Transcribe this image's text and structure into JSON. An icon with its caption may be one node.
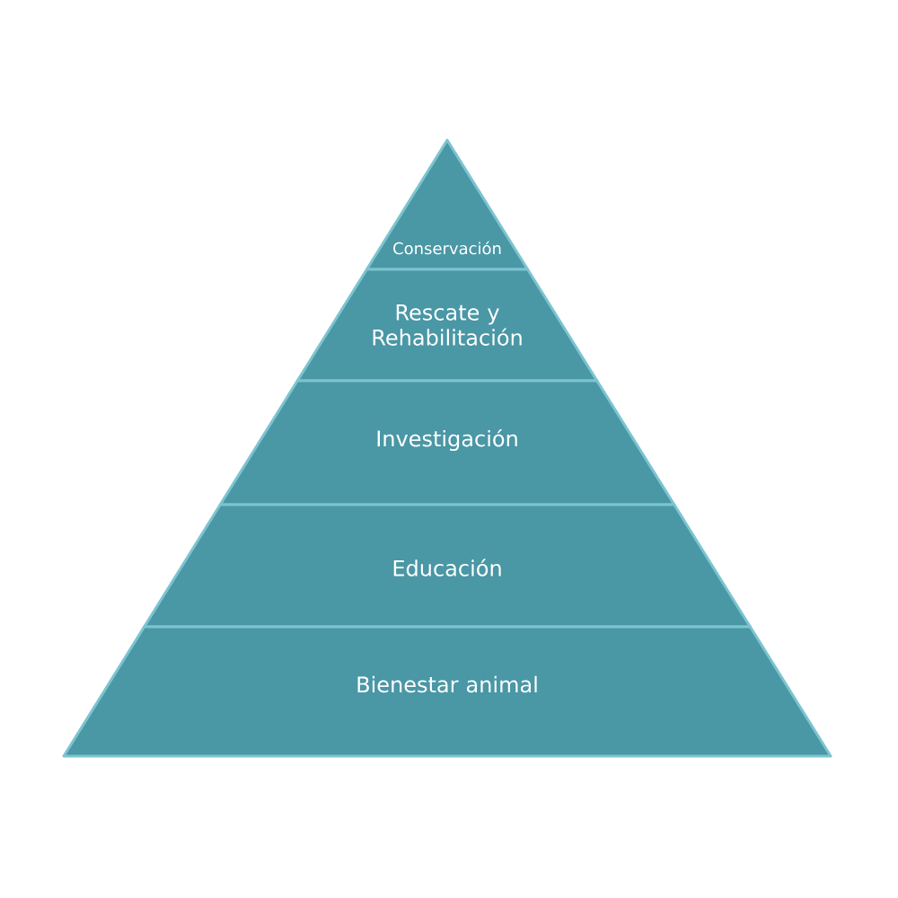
{
  "diagram": {
    "nodes": [
      {
        "text": [
          "Conservación"
        ]
      },
      {
        "text": [
          "Rescate y Rehabilitación"
        ]
      },
      {
        "text": [
          "Investigación"
        ]
      },
      {
        "text": [
          "Educación"
        ]
      },
      {
        "text": [
          "Bienestar animal"
        ]
      }
    ]
  }
}
